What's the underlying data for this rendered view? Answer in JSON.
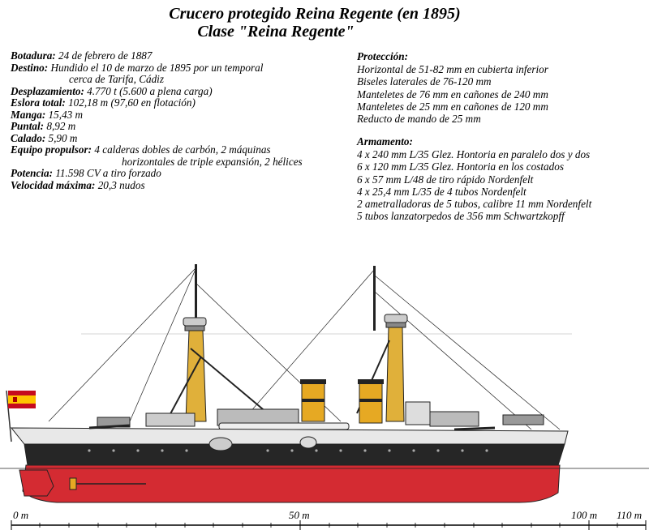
{
  "title": {
    "line1": "Crucero protegido Reina Regente (en 1895)",
    "line2": "Clase \"Reina Regente\""
  },
  "specs": {
    "botadura_label": "Botadura:",
    "botadura_value": "24 de febrero de 1887",
    "destino_label": "Destino:",
    "destino_value_1": "Hundido el 10 de marzo de 1895 por un temporal",
    "destino_value_2": "cerca de Tarifa, Cádiz",
    "desplazamiento_label": "Desplazamiento:",
    "desplazamiento_value": "4.770 t (5.600 a plena carga)",
    "eslora_label": "Eslora total:",
    "eslora_value": "102,18 m (97,60 en flotación)",
    "manga_label": "Manga:",
    "manga_value": "15,43 m",
    "puntal_label": "Puntal:",
    "puntal_value": "8,92 m",
    "calado_label": "Calado:",
    "calado_value": "5,90 m",
    "equipo_label": "Equipo propulsor:",
    "equipo_value_1": "4 calderas dobles de carbón, 2 máquinas",
    "equipo_value_2": "horizontales de triple expansión, 2 hélices",
    "potencia_label": "Potencia:",
    "potencia_value": "11.598 CV a tiro forzado",
    "velocidad_label": "Velocidad máxima:",
    "velocidad_value": "20,3 nudos"
  },
  "proteccion": {
    "heading": "Protección:",
    "items": [
      "Horizontal de 51-82 mm en cubierta inferior",
      "Biseles laterales de 76-120 mm",
      "Manteletes de 76 mm en cañones de 240 mm",
      "Manteletes de 25 mm en cañones de 120 mm",
      "Reducto de mando de 25 mm"
    ]
  },
  "armamento": {
    "heading": "Armamento:",
    "items": [
      "4 x 240 mm L/35 Glez. Hontoria en paralelo dos y dos",
      "6 x 120 mm L/35 Glez. Hontoria en los costados",
      "6 x 57 mm L/48 de tiro rápido Nordenfelt",
      "4 x 25,4 mm L/35 de 4 tubos Nordenfelt",
      "2 ametralladoras de 5 tubos, calibre 11 mm Nordenfelt",
      "5 tubos lanzatorpedos de 356 mm Schwartzkopff"
    ]
  },
  "scale": {
    "label_0": "0 m",
    "label_50": "50 m",
    "label_100": "100 m",
    "label_110": "110 m"
  },
  "colors": {
    "hull_red": "#d42b32",
    "hull_black": "#262626",
    "funnel_yellow": "#e6a923",
    "flag_red": "#c60b1e",
    "flag_yellow": "#ffc400",
    "mast_yellow": "#e0b03a"
  }
}
